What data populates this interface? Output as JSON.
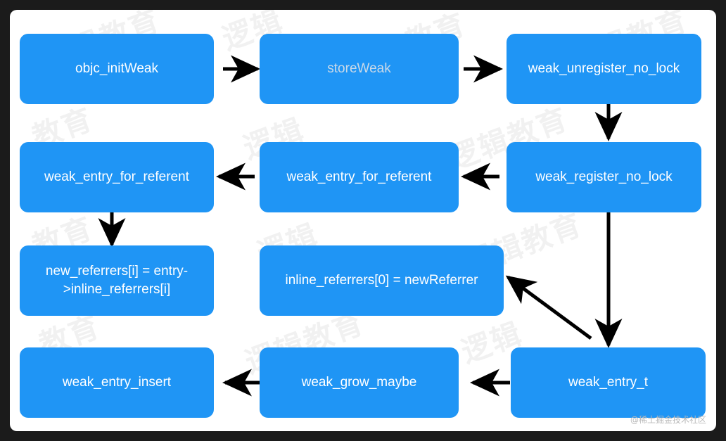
{
  "page": {
    "background": "#1b1b1b",
    "canvas_background": "#ffffff",
    "node_color": "#1f95f5",
    "node_text_color": "#ffffff",
    "muted_text_color": "#c9d9e8",
    "arrow_color": "#000000"
  },
  "diagram": {
    "type": "flowchart",
    "nodes": [
      {
        "id": "objc_initWeak",
        "label": "objc_initWeak"
      },
      {
        "id": "storeWeak",
        "label": "storeWeak"
      },
      {
        "id": "weak_unregister_no_lock",
        "label": "weak_unregister_no_lock"
      },
      {
        "id": "weak_entry_for_referent_left",
        "label": "weak_entry_for_referent"
      },
      {
        "id": "weak_entry_for_referent_mid",
        "label": "weak_entry_for_referent"
      },
      {
        "id": "weak_register_no_lock",
        "label": "weak_register_no_lock"
      },
      {
        "id": "new_referrers",
        "label": "new_referrers[i] = entry->inline_referrers[i]"
      },
      {
        "id": "inline_referrers",
        "label": "inline_referrers[0] = newReferrer"
      },
      {
        "id": "weak_entry_insert",
        "label": "weak_entry_insert"
      },
      {
        "id": "weak_grow_maybe",
        "label": "weak_grow_maybe"
      },
      {
        "id": "weak_entry_t",
        "label": "weak_entry_t"
      }
    ],
    "edges": [
      {
        "from": "objc_initWeak",
        "to": "storeWeak"
      },
      {
        "from": "storeWeak",
        "to": "weak_unregister_no_lock"
      },
      {
        "from": "weak_unregister_no_lock",
        "to": "weak_register_no_lock"
      },
      {
        "from": "weak_register_no_lock",
        "to": "weak_entry_for_referent_mid"
      },
      {
        "from": "weak_entry_for_referent_mid",
        "to": "weak_entry_for_referent_left"
      },
      {
        "from": "weak_entry_for_referent_left",
        "to": "new_referrers"
      },
      {
        "from": "weak_register_no_lock",
        "to": "weak_entry_t"
      },
      {
        "from": "weak_entry_t",
        "to": "inline_referrers"
      },
      {
        "from": "weak_entry_t",
        "to": "weak_grow_maybe"
      },
      {
        "from": "weak_grow_maybe",
        "to": "weak_entry_insert"
      }
    ]
  },
  "watermarks": [
    "逻辑教育",
    "逻辑",
    "教育",
    "逻辑教育",
    "教育",
    "逻辑",
    "逻辑教育",
    "教育",
    "逻辑",
    "逻辑教育",
    "教育"
  ],
  "credit": "@稀土掘金技术社区"
}
